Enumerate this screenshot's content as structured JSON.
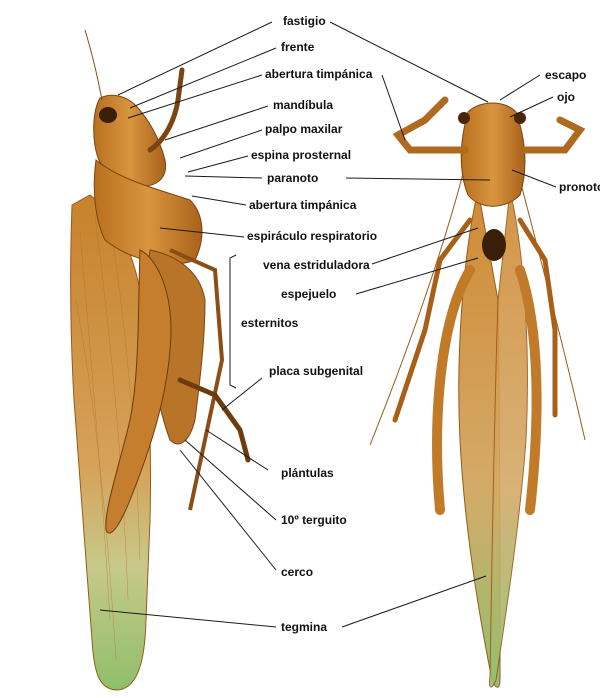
{
  "colors": {
    "body_orange": "#c9862e",
    "body_dark": "#8a4e16",
    "wing_green": "#8fbf6a",
    "leader_line": "#1a1a1a"
  },
  "labels": {
    "fastigio": "fastigio",
    "frente": "frente",
    "abertura_timpanica_1": "abertura timpánica",
    "mandibula": "mandíbula",
    "palpo_maxilar": "palpo maxilar",
    "espina_prosternal": "espina prosternal",
    "paranoto": "paranoto",
    "abertura_timpanica_2": "abertura timpánica",
    "espiraculo": "espiráculo respiratorio",
    "vena_estriduladora": "vena estriduladora",
    "espejuelo": "espejuelo",
    "esternitos": "esternitos",
    "placa_subgenital": "placa subgenital",
    "plantulas": "plántulas",
    "terguito": "10º terguito",
    "cerco": "cerco",
    "tegmina": "tegmina",
    "escapo": "escapo",
    "ojo": "ojo",
    "pronoto": "pronoto"
  }
}
